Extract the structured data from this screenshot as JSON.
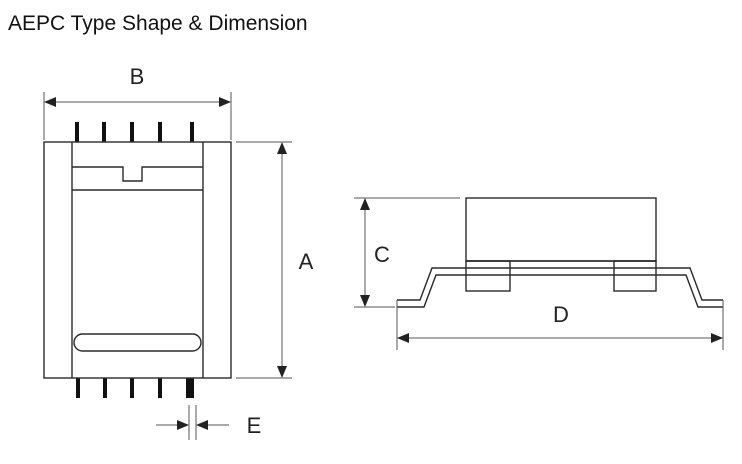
{
  "title": "AEPC Type Shape & Dimension",
  "dimensions": {
    "a": "A",
    "b": "B",
    "c": "C",
    "d": "D",
    "e": "E"
  },
  "colors": {
    "line": "#2a2a2a",
    "pin": "#111111",
    "background": "#ffffff"
  }
}
